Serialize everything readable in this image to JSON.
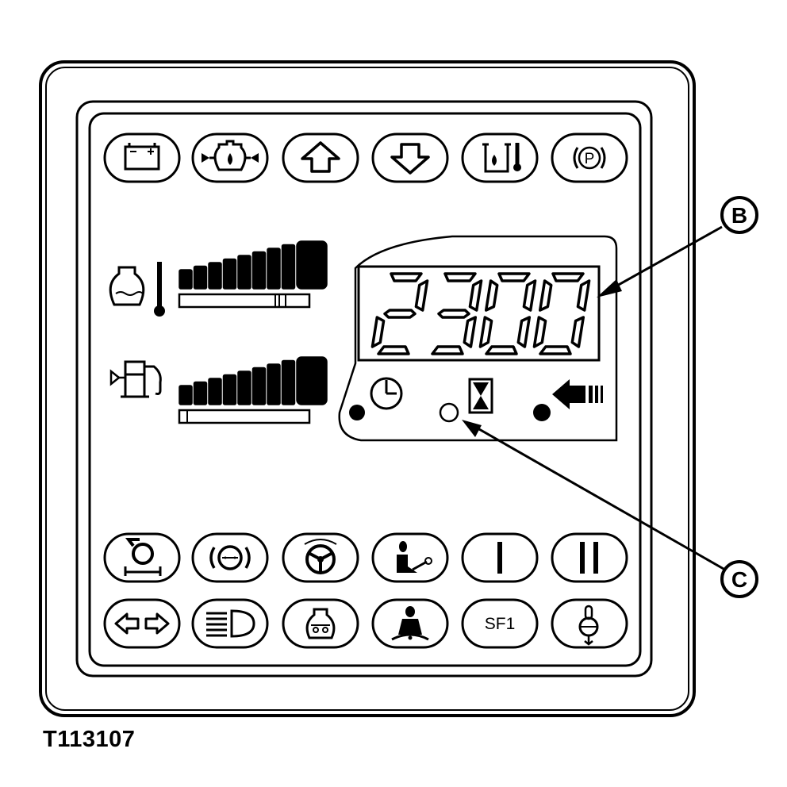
{
  "panel": {
    "figure_id": "T113107",
    "display_reading": "2300",
    "callouts": {
      "b": "B",
      "c": "C"
    },
    "function_button_label": "SF1",
    "top_indicators": [
      "battery-icon",
      "engine-oil-pressure-icon",
      "shift-up-icon",
      "shift-down-icon",
      "hydraulic-oil-temp-icon",
      "park-brake-icon"
    ],
    "gauges": [
      {
        "icon": "coolant-temperature-icon",
        "level": 1.0
      },
      {
        "icon": "fuel-pump-icon",
        "level": 1.0
      }
    ],
    "display_indicators": [
      "hour-meter-clock-icon",
      "hourglass-icon",
      "arrow-left-icon"
    ],
    "bottom_buttons_row1": [
      "pto-icon",
      "brake-icon",
      "steering-wheel-icon",
      "operator-seat-lever-icon",
      "range-one-button",
      "range-two-button"
    ],
    "bottom_buttons_row2": [
      "turn-signal-icon",
      "headlight-icon",
      "engine-icon",
      "seat-belt-icon",
      "sf1-button",
      "thermometer-bulb-icon"
    ]
  }
}
